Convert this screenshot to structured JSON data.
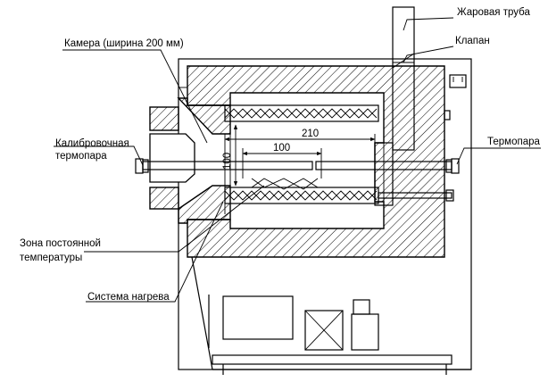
{
  "labels": {
    "flue_pipe": "Жаровая труба",
    "valve": "Клапан",
    "chamber": "Камера (ширина 200 мм)",
    "calibration_thermocouple_line1": "Калибровочная",
    "calibration_thermocouple_line2": "термопара",
    "thermocouple": "Термопара",
    "constant_temp_zone_line1": "Зона постоянной",
    "constant_temp_zone_line2": "температуры",
    "heating_system": "Система нагрева"
  },
  "dimensions": {
    "length_outer": "210",
    "length_inner": "100",
    "height": "100"
  }
}
